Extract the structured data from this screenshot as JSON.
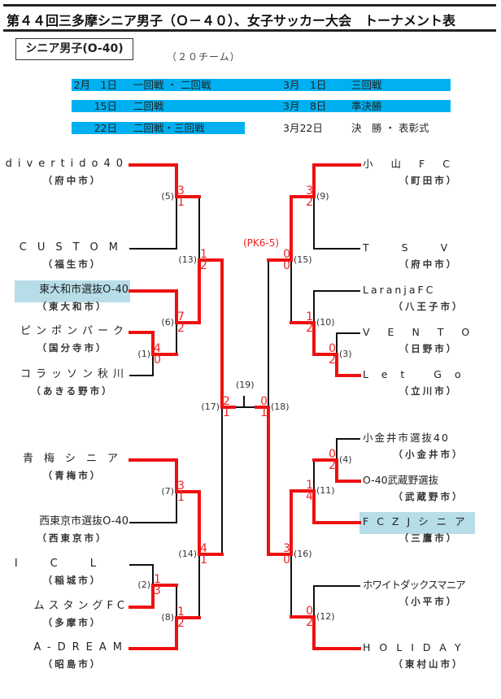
{
  "title": "第４４回三多摩シニア男子（Ｏ－４０）、女子サッカー大会　トーナメント表",
  "division": "シニア男子(O-40)",
  "team_count": "（２０チーム）",
  "schedule": [
    {
      "d1": "2月　1日",
      "r1": "一回戦 ・ 二回戦",
      "d2": "3月　1日",
      "r2": "三回戦"
    },
    {
      "d1": "15日",
      "r1": "二回戦",
      "d2": "3月　8日",
      "r2": "準決勝"
    },
    {
      "d1": "22日",
      "r1": "二回戦・三回戦",
      "d2": "3月22日",
      "r2": "決　勝 ・ 表彰式"
    }
  ],
  "colors": {
    "schedule_bar": "#00b0f0",
    "winner_line": "#ee1111",
    "highlight": "#b7dde8"
  },
  "left_teams": [
    {
      "name": "divertido40",
      "city": "（府中市）"
    },
    {
      "name": "CUSTOM",
      "city": "（福生市）"
    },
    {
      "name": "東大和市選抜O-40",
      "city": "（東大和市）"
    },
    {
      "name": "ピンポンパーク",
      "city": "（国分寺市）"
    },
    {
      "name": "コラッソン秋川",
      "city": "（あきる野市）"
    },
    {
      "name": "青梅シニア",
      "city": "（青梅市）"
    },
    {
      "name": "西東京市選抜O-40",
      "city": "（西東京市）"
    },
    {
      "name": "ICL",
      "city": "（稲城市）"
    },
    {
      "name": "ムスタングFC",
      "city": "（多摩市）"
    },
    {
      "name": "A-DREAM",
      "city": "（昭島市）"
    }
  ],
  "right_teams": [
    {
      "name": "小山FC",
      "city": "（町田市）"
    },
    {
      "name": "TSV",
      "city": "（府中市）"
    },
    {
      "name": "LaranjaFC",
      "city": "（八王子市）"
    },
    {
      "name": "VENTO",
      "city": "（日野市）"
    },
    {
      "name": "Let Go",
      "city": "（立川市）"
    },
    {
      "name": "小金井市選抜40",
      "city": "（小金井市）"
    },
    {
      "name": "O-40武蔵野選抜",
      "city": "（武蔵野市）"
    },
    {
      "name": "FCZJシニア",
      "city": "（三鷹市）"
    },
    {
      "name": "ホワイトダックスマニア",
      "city": "（小平市）"
    },
    {
      "name": "HOLIDAY",
      "city": "（東村山市）"
    }
  ],
  "matches": {
    "m1": {
      "label": "(1)",
      "top": "4",
      "bottom": "0"
    },
    "m2": {
      "label": "(2)",
      "top": "1",
      "bottom": "3"
    },
    "m3": {
      "label": "(3)",
      "top": "0",
      "bottom": "2"
    },
    "m4": {
      "label": "(4)",
      "top": "0",
      "bottom": "2"
    },
    "m5": {
      "label": "(5)",
      "top": "3",
      "bottom": "1"
    },
    "m6": {
      "label": "(6)",
      "top": "7",
      "bottom": "2"
    },
    "m7": {
      "label": "(7)",
      "top": "3",
      "bottom": "1"
    },
    "m8": {
      "label": "(8)",
      "top": "1",
      "bottom": "2"
    },
    "m9": {
      "label": "(9)",
      "top": "3",
      "bottom": "2"
    },
    "m10": {
      "label": "(10)",
      "top": "1",
      "bottom": "2"
    },
    "m11": {
      "label": "(11)",
      "top": "1",
      "bottom": "4"
    },
    "m12": {
      "label": "(12)",
      "top": "0",
      "bottom": "2"
    },
    "m13": {
      "label": "(13)",
      "top": "1",
      "bottom": "2"
    },
    "m14": {
      "label": "(14)",
      "top": "4",
      "bottom": "1"
    },
    "m15": {
      "label": "(15)",
      "top": "0",
      "bottom": "0",
      "note": "(PK6-5)"
    },
    "m16": {
      "label": "(16)",
      "top": "3",
      "bottom": "0"
    },
    "m17": {
      "label": "(17)",
      "top": "2",
      "bottom": "1"
    },
    "m18": {
      "label": "(18)",
      "top": "0",
      "bottom": "1"
    },
    "m19": {
      "label": "(19)"
    }
  }
}
